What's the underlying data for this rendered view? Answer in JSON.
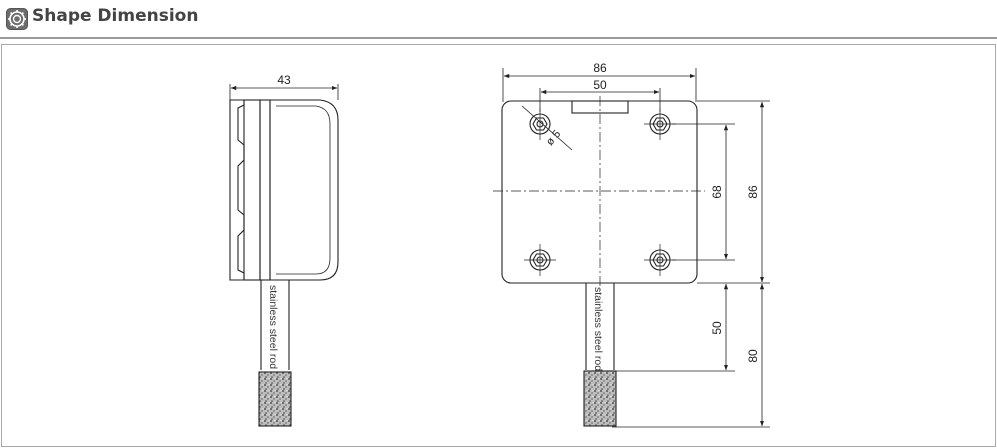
{
  "header": {
    "title": "Shape Dimension",
    "icon": "gear-icon"
  },
  "colors": {
    "line": "#222222",
    "rule": "#9a9a9a",
    "title": "#444444"
  },
  "side_view": {
    "width_label": "43",
    "rod_label": "stainless steel rod"
  },
  "front_view": {
    "width_outer": "86",
    "hole_spacing_x": "50",
    "hole_diameter": "ø 5",
    "hole_spacing_y": "68",
    "height": "86",
    "rod_label": "stainless steel rod",
    "rod_length": "50",
    "rod_total": "80"
  }
}
